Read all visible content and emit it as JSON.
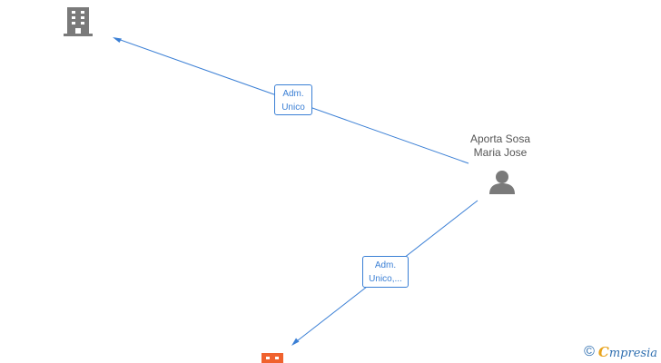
{
  "colors": {
    "edge": "#3a7fd5",
    "company_icon": "#7a7a7a",
    "company_icon_active": "#f0622e",
    "person_icon": "#7a7a7a",
    "brand": "#2f6fb0",
    "brand_accent": "#e8a21a"
  },
  "nodes": {
    "company_top": {
      "icon": "building-icon"
    },
    "person": {
      "icon": "person-icon",
      "name_line1": "Aporta Sosa",
      "name_line2": "Maria Jose"
    },
    "company_bottom": {
      "icon": "building-icon"
    }
  },
  "edges": {
    "to_top": {
      "label_line1": "Adm.",
      "label_line2": "Unico"
    },
    "to_bottom": {
      "label_line1": "Adm.",
      "label_line2": "Unico,..."
    }
  },
  "watermark": {
    "symbol": "©",
    "brand_first": "C",
    "brand_rest": "mpresia"
  }
}
